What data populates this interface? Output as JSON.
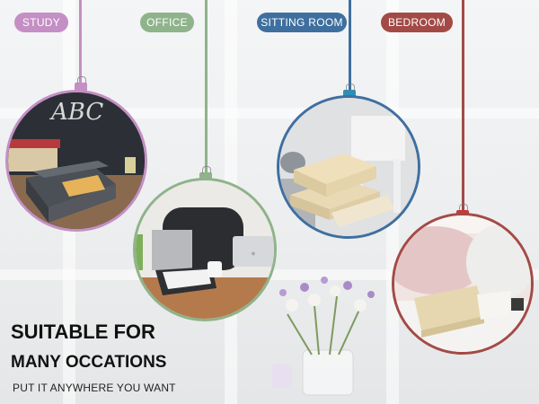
{
  "labels": {
    "study": "STUDY",
    "office": "OFFICE",
    "sitting_room": "SITTING ROOM",
    "bedroom": "BEDROOM"
  },
  "chalkboard_text": "ABC",
  "laptop_logo": "apple-logo-icon",
  "headline": {
    "line1": "SUITABLE FOR",
    "line2": "MANY OCCATIONS",
    "subtitle": "PUT IT ANYWHERE YOU WANT"
  },
  "colors": {
    "study": "#c48fc4",
    "office": "#8fb38b",
    "sitting_room": "#3f6f9f",
    "bedroom": "#a34a46"
  }
}
